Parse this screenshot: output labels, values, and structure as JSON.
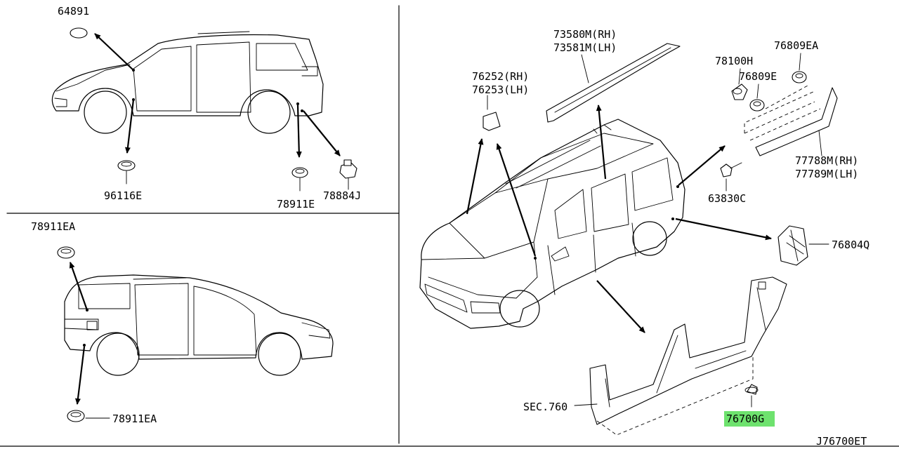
{
  "diagram_id": "J76700ET",
  "highlight_color": "#6ee26e",
  "labels": {
    "p64891": "64891",
    "p96116e": "96116E",
    "p78911e": "78911E",
    "p78884j": "78884J",
    "p78911ea_top": "78911EA",
    "p78911ea_bottom": "78911EA",
    "p73580m": "73580M(RH)",
    "p73581m": "73581M(LH)",
    "p76252": "76252(RH)",
    "p76253": "76253(LH)",
    "p78100h": "78100H",
    "p76809e": "76809E",
    "p76809ea": "76809EA",
    "p77788m": "77788M(RH)",
    "p77789m": "77789M(LH)",
    "p63830c": "63830C",
    "p76804q": "76804Q",
    "sec760": "SEC.760",
    "p76700g": "76700G"
  }
}
